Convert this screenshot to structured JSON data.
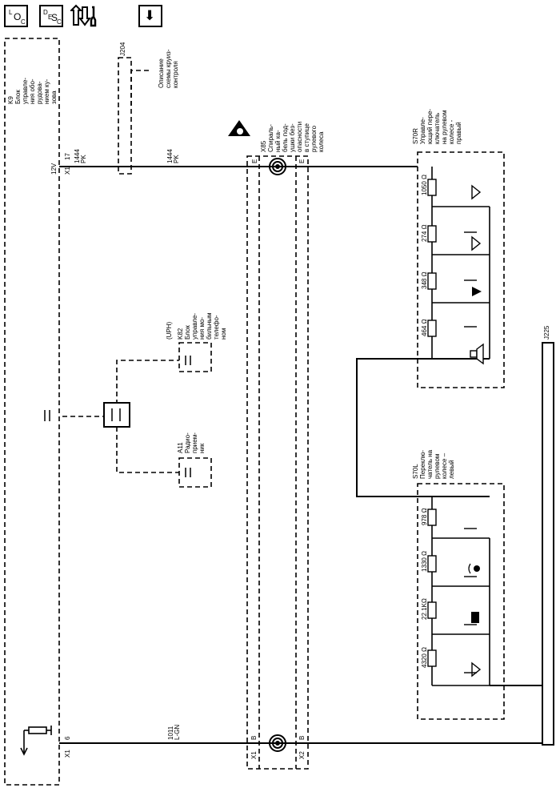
{
  "toolbar": {
    "loc_main": "O",
    "loc_top": "L",
    "loc_bot": "C",
    "desc_main": "S",
    "desc_top": "D",
    "desc_mid": "E",
    "desc_bot": "C",
    "down_glyph": "⬇"
  },
  "blocks": {
    "k9": [
      "K9",
      "Блок",
      "управле-",
      "ния обо-",
      "рудова-",
      "нием ку-",
      "зова"
    ],
    "j204": "J204",
    "cruise": [
      "Описание",
      "схемы круиз-",
      "контроля"
    ],
    "x85": [
      "X85",
      "Спираль-",
      "ный ка-",
      "бель под-",
      "ушки без-",
      "опасности",
      "в ступице",
      "рулевого",
      "колеса"
    ],
    "s70r": [
      "S70R",
      "Управле-",
      "ющий пере-",
      "ключатель",
      "на рулевом",
      "колесе -",
      "правый"
    ],
    "s70l": [
      "S70L",
      "Переклю-",
      "чатель на",
      "рулевом",
      "колесе –",
      "левый"
    ],
    "uph": "(UPH)",
    "k82": [
      "K82",
      "Блок",
      "управле-",
      "ния мо-",
      "бильным",
      "телефо-",
      "ном"
    ],
    "a11": [
      "A11",
      "Радио-",
      "прием-",
      "ник"
    ],
    "j225": "J225"
  },
  "wires": {
    "top": {
      "x1": "X1",
      "pin": "17",
      "voltage": "12V",
      "circuit_left": "1444",
      "color_left": "PK",
      "circuit_right": "1444",
      "color_right": "PK",
      "pin_x85_left": "E",
      "pin_x85_right": "E"
    },
    "bottom": {
      "x1": "X1",
      "pin": "6",
      "circuit": "1011",
      "color": "L-GN",
      "x85_x1": "X1",
      "x85_x2": "X2",
      "pin_x85_left": "B",
      "pin_x85_right": "B"
    }
  },
  "resistors": {
    "right": [
      "1050 Ω",
      "274 Ω",
      "348 Ω",
      "464 Ω"
    ],
    "left": [
      "978 Ω",
      "1330 Ω",
      "22.1KΩ",
      "4320 Ω"
    ]
  }
}
